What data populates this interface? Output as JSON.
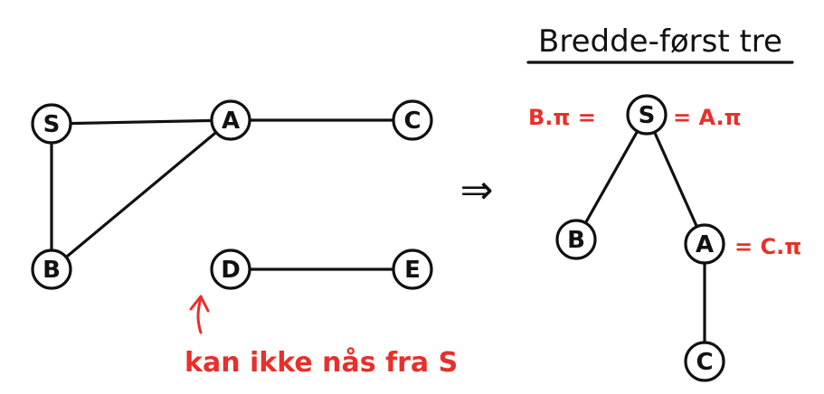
{
  "title": "Bredde-først tre",
  "arrow_symbol": "⇒",
  "note": "kan ikke nås fra S",
  "colors": {
    "ink": "#111111",
    "accent": "#e8302a"
  },
  "graph": {
    "nodes": [
      {
        "id": "S",
        "label": "S"
      },
      {
        "id": "A",
        "label": "A"
      },
      {
        "id": "C",
        "label": "C"
      },
      {
        "id": "B",
        "label": "B"
      },
      {
        "id": "D",
        "label": "D"
      },
      {
        "id": "E",
        "label": "E"
      }
    ],
    "edges": [
      [
        "S",
        "A"
      ],
      [
        "A",
        "C"
      ],
      [
        "S",
        "B"
      ],
      [
        "B",
        "A"
      ],
      [
        "D",
        "E"
      ]
    ]
  },
  "tree": {
    "nodes": [
      {
        "id": "S",
        "label": "S"
      },
      {
        "id": "B",
        "label": "B"
      },
      {
        "id": "A",
        "label": "A"
      },
      {
        "id": "C",
        "label": "C"
      }
    ],
    "edges": [
      [
        "S",
        "B"
      ],
      [
        "S",
        "A"
      ],
      [
        "A",
        "C"
      ]
    ],
    "annotations": {
      "left_of_s": "B.π =",
      "right_of_s": "= A.π",
      "right_of_a": "= C.π"
    }
  }
}
